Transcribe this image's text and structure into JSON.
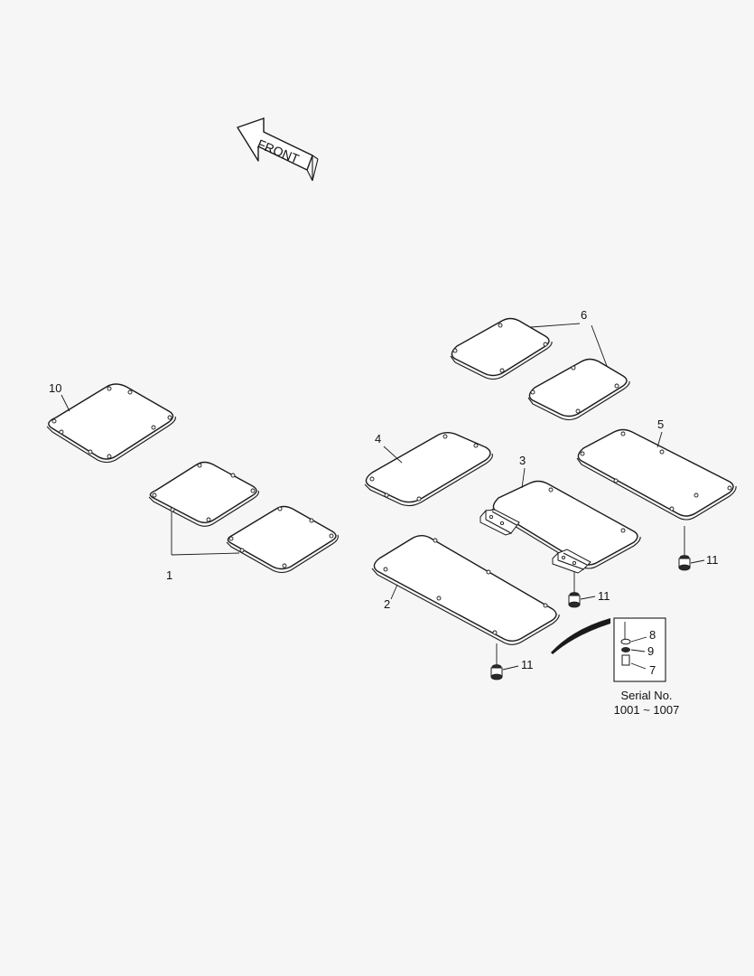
{
  "front_arrow": {
    "label": "FRONT"
  },
  "callouts": {
    "c1": "1",
    "c2": "2",
    "c3": "3",
    "c4": "4",
    "c5": "5",
    "c6": "6",
    "c7": "7",
    "c8": "8",
    "c9": "9",
    "c10": "10",
    "c11a": "11",
    "c11b": "11",
    "c11c": "11"
  },
  "serial_note": {
    "line1": "Serial No.",
    "line2": "1001 ~ 1007"
  }
}
